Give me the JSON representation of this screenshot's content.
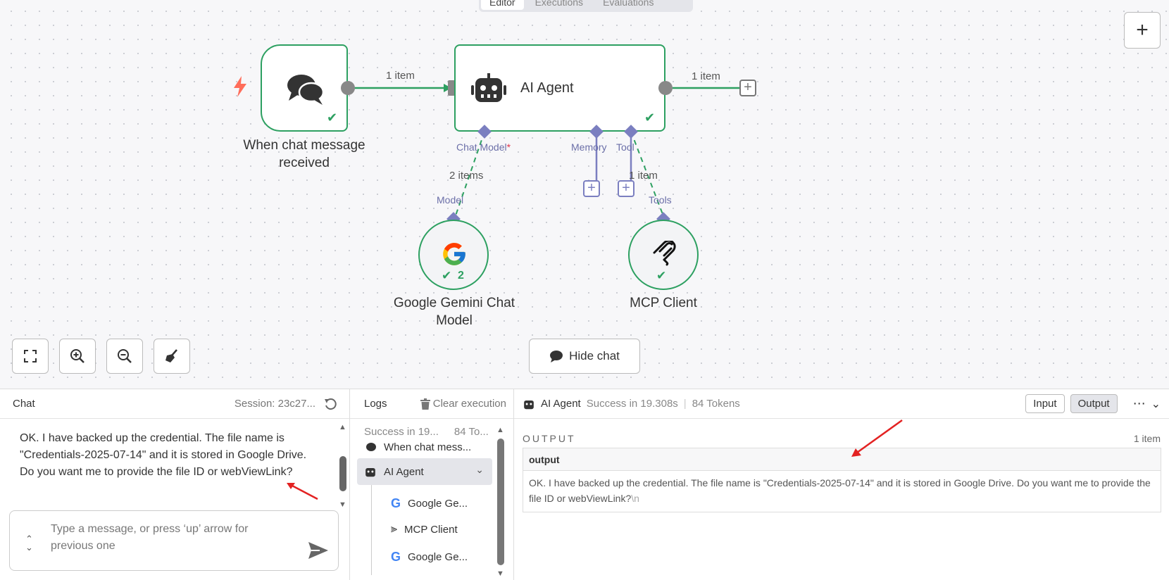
{
  "top_tabs": [
    "Editor",
    "Executions",
    "Evaluations"
  ],
  "nodes": {
    "trigger": {
      "label": "When chat message received"
    },
    "agent": {
      "label": "AI Agent"
    },
    "gemini": {
      "label": "Google Gemini Chat Model",
      "run_count": "2"
    },
    "mcp": {
      "label": "MCP Client"
    }
  },
  "edges": {
    "trigger_to_agent": "1 item",
    "agent_out": "1 item",
    "model_edge": "2 items",
    "tool_edge": "1 item"
  },
  "ports": {
    "chat_model": "Chat Model",
    "chat_model_required": "*",
    "memory": "Memory",
    "tool": "Tool",
    "model": "Model",
    "tools": "Tools"
  },
  "canvas_controls": {
    "hide_chat": "Hide chat"
  },
  "chat": {
    "title": "Chat",
    "session": "Session: 23c27...",
    "message": "OK. I have backed up the credential. The file name is \"Credentials-2025-07-14\" and it is stored in Google Drive. Do you want me to provide the file ID or webViewLink?",
    "input_placeholder": "Type a message, or press ‘up’ arrow for previous one"
  },
  "logs": {
    "title": "Logs",
    "clear": "Clear execution",
    "summary_status": "Success in 19...",
    "summary_tokens": "84 To...",
    "items": [
      "When chat mess...",
      "AI Agent",
      "Google Ge...",
      "MCP Client",
      "Google Ge..."
    ]
  },
  "output_panel": {
    "node": "AI Agent",
    "status": "Success in 19.308s",
    "tokens": "84 Tokens",
    "input_btn": "Input",
    "output_btn": "Output",
    "section_title": "OUTPUT",
    "item_count": "1 item",
    "column": "output",
    "value": "OK. I have backed up the credential. The file name is \"Credentials-2025-07-14\" and it is stored in Google Drive. Do you want me to provide the file ID or webViewLink?",
    "trailing": "\\n"
  },
  "colors": {
    "success": "#2da061",
    "port": "#7b7fc0",
    "trigger_icon": "#ff6d5a",
    "annotation": "#e32222"
  }
}
